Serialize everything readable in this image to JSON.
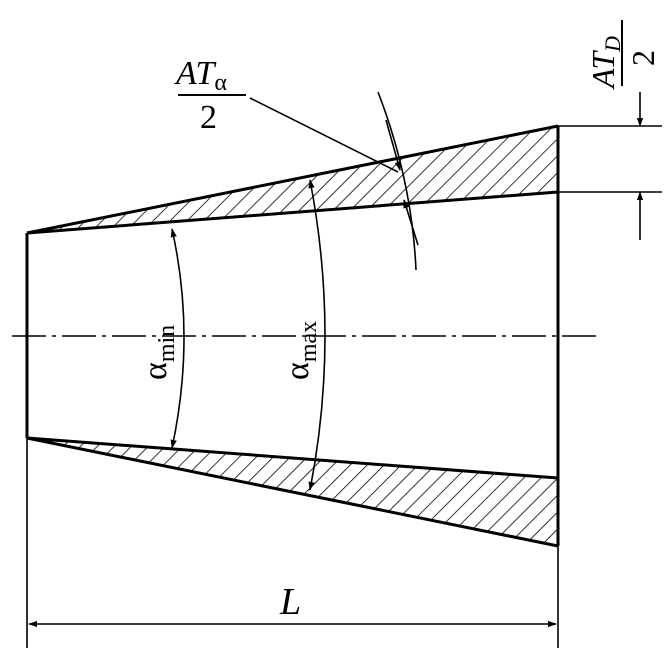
{
  "labels": {
    "at_alpha_numerator_main": "AT",
    "at_alpha_numerator_sub": "α",
    "at_alpha_denominator": "2",
    "at_d_numerator_main": "AT",
    "at_d_numerator_sub": "D",
    "at_d_denominator": "2",
    "alpha_min_main": "α",
    "alpha_min_sub": "min",
    "alpha_max_main": "α",
    "alpha_max_sub": "max",
    "length": "L"
  },
  "colors": {
    "stroke": "#000000",
    "background": "#ffffff"
  }
}
